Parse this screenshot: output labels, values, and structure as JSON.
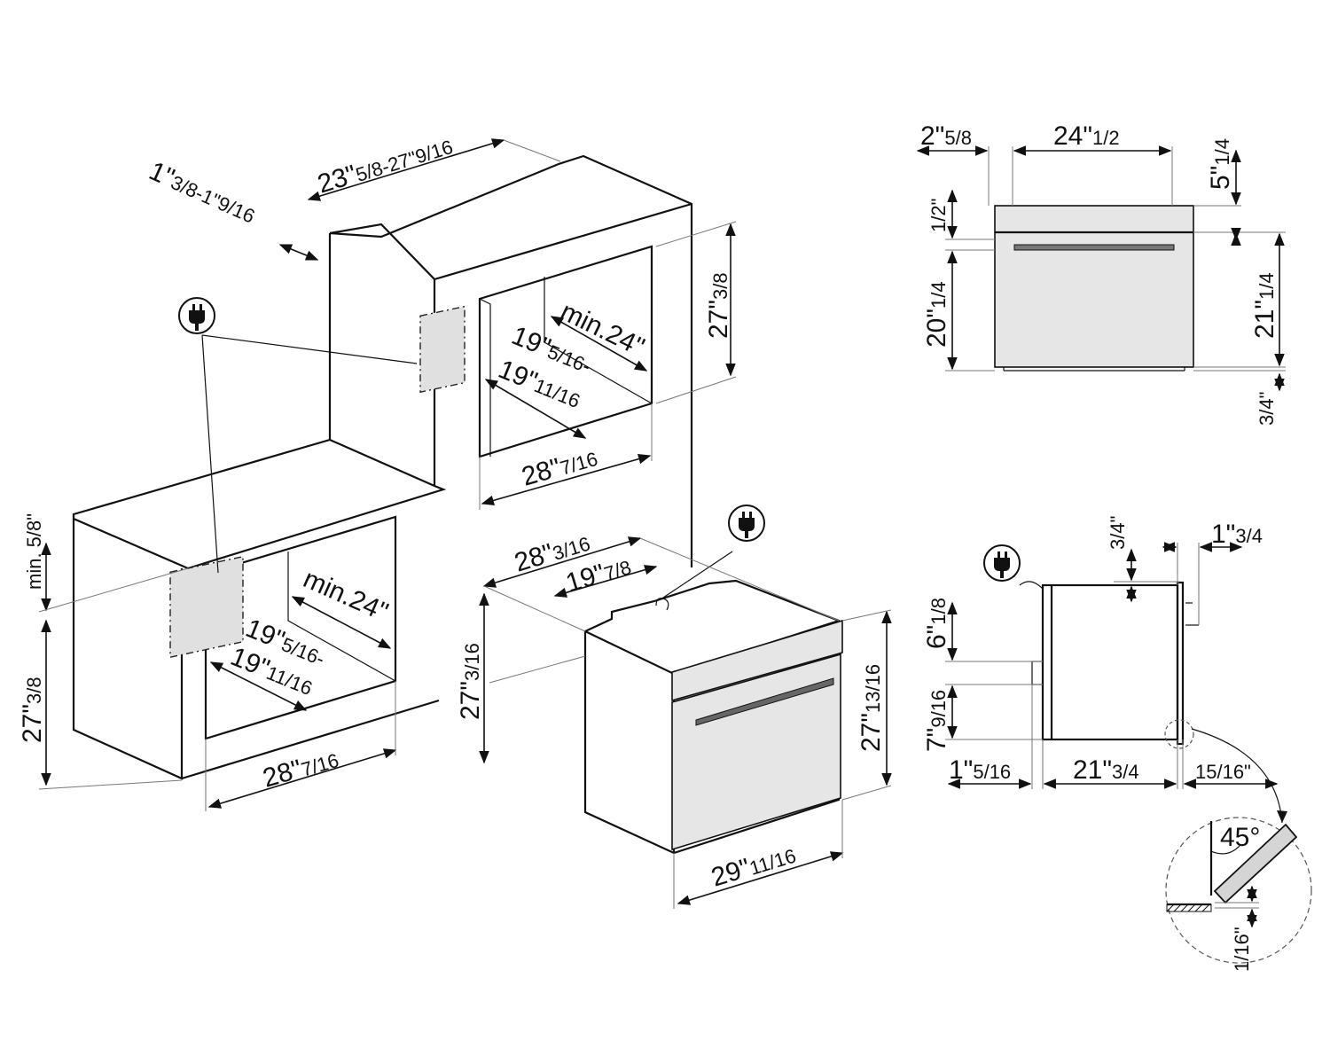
{
  "cabinet_tall": {
    "top_width": {
      "main": "23\"",
      "frac": "5/8-27\"9/16"
    },
    "top_depth": {
      "main": "1\"",
      "frac": "3/8-1\"9/16"
    },
    "height": {
      "main": "27\"",
      "frac": "3/8"
    },
    "depth": {
      "main": "min.24\""
    },
    "width_a": {
      "main": "19\"",
      "frac": "5/16-"
    },
    "width_b": {
      "main": "19\"",
      "frac": "11/16"
    },
    "bottom": {
      "main": "28\"",
      "frac": "7/16"
    }
  },
  "cabinet_under": {
    "gap": {
      "main": "min. 5/8\""
    },
    "height": {
      "main": "27\"",
      "frac": "3/8"
    },
    "depth": {
      "main": "min.24\""
    },
    "width_a": {
      "main": "19\"",
      "frac": "5/16-"
    },
    "width_b": {
      "main": "19\"",
      "frac": "11/16"
    },
    "bottom": {
      "main": "28\"",
      "frac": "7/16"
    }
  },
  "oven": {
    "top_width": {
      "main": "28\"",
      "frac": "3/16"
    },
    "top_inner": {
      "main": "19\"",
      "frac": "7/8"
    },
    "left_height": {
      "main": "27\"",
      "frac": "3/16"
    },
    "right_height": {
      "main": "27\"",
      "frac": "13/16"
    },
    "bottom_width": {
      "main": "29\"",
      "frac": "11/16"
    }
  },
  "front_view": {
    "left_offset": {
      "main": "2\"",
      "frac": "5/8"
    },
    "width": {
      "main": "24\"",
      "frac": "1/2"
    },
    "top_gap": {
      "main": "5\"",
      "frac": "1/4"
    },
    "panel": {
      "main": "1/2\""
    },
    "body_height": {
      "main": "20\"",
      "frac": "1/4"
    },
    "total_height": {
      "main": "21\"",
      "frac": "1/4"
    },
    "bottom": {
      "main": "3/4\""
    }
  },
  "side_view": {
    "top_gap": {
      "main": "3/4\""
    },
    "door": {
      "main": "1\"",
      "frac": "3/4"
    },
    "upper": {
      "main": "6\"",
      "frac": "1/8"
    },
    "lower": {
      "main": "7\"",
      "frac": "9/16"
    },
    "back": {
      "main": "1\"",
      "frac": "5/16"
    },
    "depth": {
      "main": "21\"",
      "frac": "3/4"
    },
    "front": {
      "main": "15/16\""
    }
  },
  "detail": {
    "angle": {
      "main": "45°"
    },
    "offset": {
      "main": "1/16\""
    }
  },
  "icons": [
    "plug-icon",
    "plug-icon",
    "plug-icon"
  ]
}
